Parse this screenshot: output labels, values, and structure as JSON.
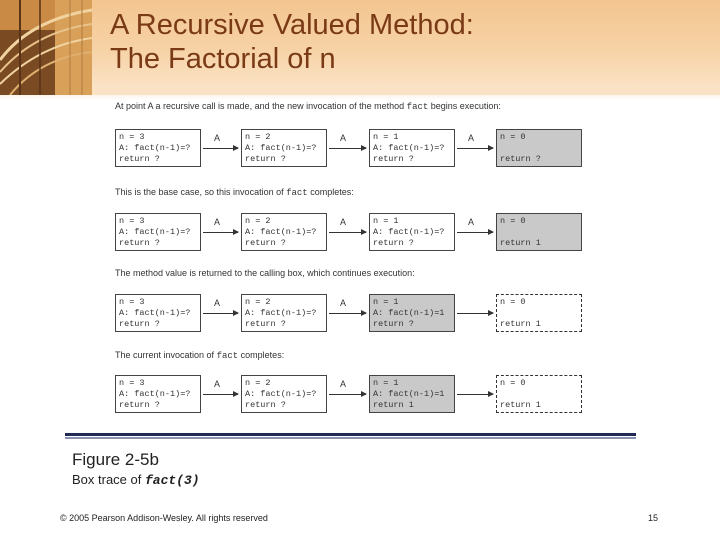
{
  "slide": {
    "title_line1": "A Recursive Valued Method:",
    "title_line2": "The Factorial of n",
    "figure_label": "Figure 2-5b",
    "figure_caption_prefix": "Box trace of ",
    "figure_caption_code": "fact(3)",
    "footer_copyright": "© 2005 Pearson Addison-Wesley. All rights reserved",
    "footer_page": "15"
  },
  "colors": {
    "title": "#7a3a16",
    "header_band": "#f3c58f",
    "shaded_box": "#c9c9c9"
  },
  "rows": [
    {
      "caption_pre": "At point A a recursive call is made, and the new invocation of the method ",
      "caption_code": "fact",
      "caption_post": " begins execution:",
      "boxes": [
        {
          "lines": [
            "n = 3",
            "A: fact(n-1)=?",
            "return ?"
          ],
          "style": "plain"
        },
        {
          "lines": [
            "n = 2",
            "A: fact(n-1)=?",
            "return ?"
          ],
          "style": "plain"
        },
        {
          "lines": [
            "n = 1",
            "A: fact(n-1)=?",
            "return ?"
          ],
          "style": "plain"
        },
        {
          "lines": [
            "n = 0",
            "",
            "return ?"
          ],
          "style": "shaded"
        }
      ],
      "arrow_labels": [
        "A",
        "A",
        "A"
      ]
    },
    {
      "caption_pre": "This is the base case, so this invocation of ",
      "caption_code": "fact",
      "caption_post": " completes:",
      "boxes": [
        {
          "lines": [
            "n = 3",
            "A: fact(n-1)=?",
            "return ?"
          ],
          "style": "plain"
        },
        {
          "lines": [
            "n = 2",
            "A: fact(n-1)=?",
            "return ?"
          ],
          "style": "plain"
        },
        {
          "lines": [
            "n = 1",
            "A: fact(n-1)=?",
            "return ?"
          ],
          "style": "plain"
        },
        {
          "lines": [
            "n = 0",
            "",
            "return 1"
          ],
          "style": "shaded"
        }
      ],
      "arrow_labels": [
        "A",
        "A",
        "A"
      ]
    },
    {
      "caption_pre": "The method value is returned to the calling box, which continues execution:",
      "caption_code": "",
      "caption_post": "",
      "boxes": [
        {
          "lines": [
            "n = 3",
            "A: fact(n-1)=?",
            "return ?"
          ],
          "style": "plain"
        },
        {
          "lines": [
            "n = 2",
            "A: fact(n-1)=?",
            "return ?"
          ],
          "style": "plain"
        },
        {
          "lines": [
            "n = 1",
            "A: fact(n-1)=1",
            "return ?"
          ],
          "style": "shaded"
        },
        {
          "lines": [
            "n = 0",
            "",
            "return 1"
          ],
          "style": "dashed"
        }
      ],
      "arrow_labels": [
        "A",
        "A",
        ""
      ]
    },
    {
      "caption_pre": "The current invocation of ",
      "caption_code": "fact",
      "caption_post": " completes:",
      "boxes": [
        {
          "lines": [
            "n = 3",
            "A: fact(n-1)=?",
            "return ?"
          ],
          "style": "plain"
        },
        {
          "lines": [
            "n = 2",
            "A: fact(n-1)=?",
            "return ?"
          ],
          "style": "plain"
        },
        {
          "lines": [
            "n = 1",
            "A: fact(n-1)=1",
            "return 1"
          ],
          "style": "shaded"
        },
        {
          "lines": [
            "n = 0",
            "",
            "return 1"
          ],
          "style": "dashed"
        }
      ],
      "arrow_labels": [
        "A",
        "A",
        ""
      ]
    }
  ]
}
